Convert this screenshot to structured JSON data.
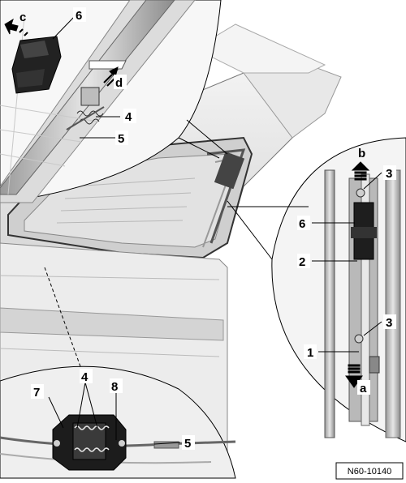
{
  "figure": {
    "reference_code": "N60-10140",
    "labels": {
      "c": "c",
      "d": "d",
      "b": "b",
      "a": "a",
      "n1": "1",
      "n2": "2",
      "n3_top": "3",
      "n3_bottom": "3",
      "n4_top": "4",
      "n4_bottom": "4",
      "n5_top": "5",
      "n5_bottom": "5",
      "n6_top": "6",
      "n6_right": "6",
      "n7": "7",
      "n8": "8"
    }
  }
}
